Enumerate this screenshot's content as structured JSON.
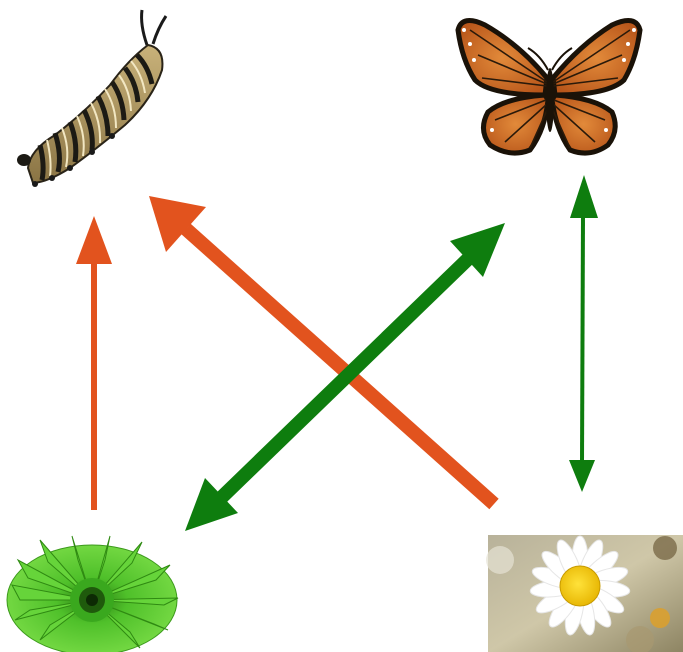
{
  "nodes": [
    {
      "id": "caterpillar",
      "icon": "caterpillar-icon"
    },
    {
      "id": "butterfly",
      "icon": "butterfly-icon"
    },
    {
      "id": "green-flower",
      "icon": "green-gerbera-icon"
    },
    {
      "id": "daisy",
      "icon": "daisy-icon"
    }
  ],
  "edges": [
    {
      "from": "green-flower",
      "to": "caterpillar",
      "direction": "one-way",
      "color": "#e2531e"
    },
    {
      "from": "daisy",
      "to": "caterpillar",
      "direction": "one-way",
      "color": "#e2531e"
    },
    {
      "from": "green-flower",
      "to": "butterfly",
      "direction": "two-way",
      "color": "#0e7d0e"
    },
    {
      "from": "daisy",
      "to": "butterfly",
      "direction": "two-way",
      "color": "#0e7d0e"
    }
  ],
  "colors": {
    "orange_arrow": "#e2531e",
    "green_arrow": "#0e7d0e",
    "background": "#ffffff"
  }
}
